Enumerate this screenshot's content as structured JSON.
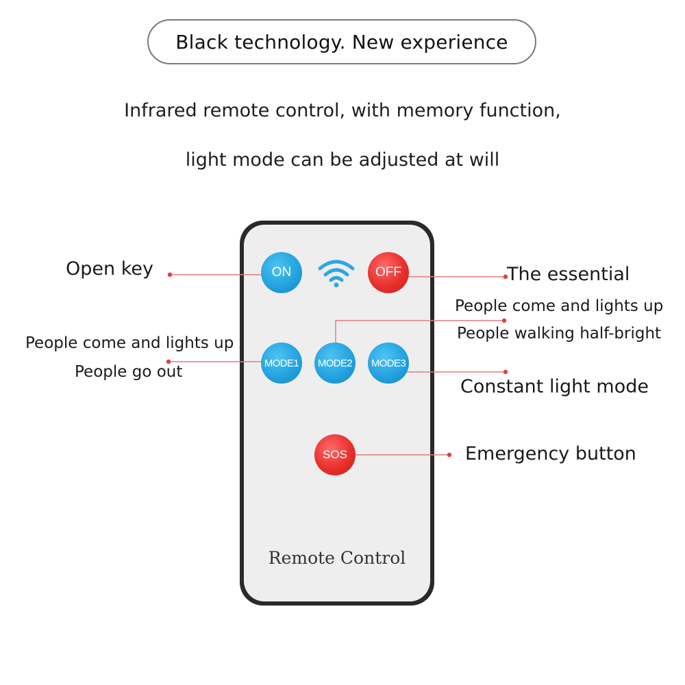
{
  "header": {
    "headline": "Black technology. New experience",
    "subtitle_line1": "Infrared remote control, with memory function,",
    "subtitle_line2": "light mode can be adjusted at will"
  },
  "remote": {
    "label": "Remote Control",
    "buttons": {
      "on": "ON",
      "off": "OFF",
      "mode1": "MODE1",
      "mode2": "MODE2",
      "mode3": "MODE3",
      "sos": "SOS"
    },
    "signal_icon": "wifi-icon"
  },
  "callouts": {
    "open_key": "Open key",
    "essential": "The essential",
    "mode2_line1": "People come and lights up",
    "mode2_line2": "People walking half-bright",
    "mode1_line1": "People come and lights up",
    "mode1_line2": "People go out",
    "mode3": "Constant light mode",
    "sos": "Emergency button"
  },
  "colors": {
    "blue_button": "#23a3e0",
    "red_button": "#e8302c",
    "callout_line": "#e37b7b",
    "callout_dot": "#e0403d"
  }
}
